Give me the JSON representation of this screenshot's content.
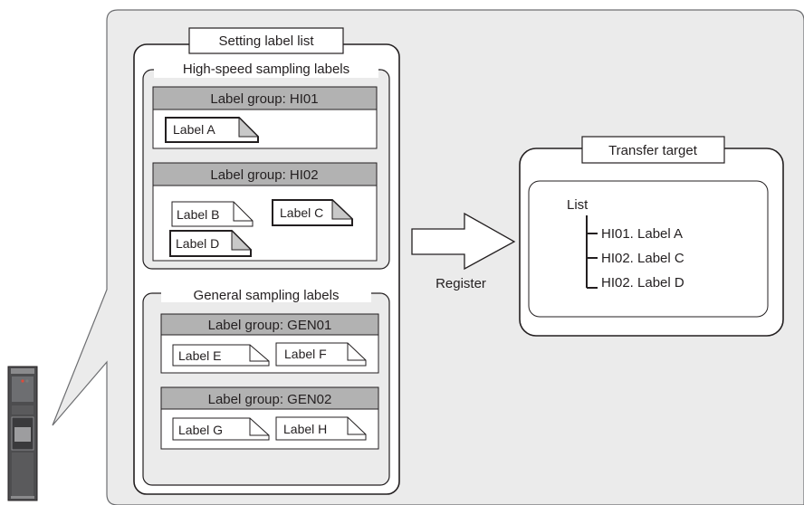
{
  "setting_label_list": {
    "title": "Setting label list",
    "high_speed": {
      "title": "High-speed sampling labels",
      "groups": [
        {
          "header": "Label group: HI01",
          "labels": [
            "Label A"
          ]
        },
        {
          "header": "Label group: HI02",
          "labels": [
            "Label B",
            "Label C",
            "Label D"
          ]
        }
      ]
    },
    "general": {
      "title": "General sampling labels",
      "groups": [
        {
          "header": "Label group: GEN01",
          "labels": [
            "Label E",
            "Label F"
          ]
        },
        {
          "header": "Label group: GEN02",
          "labels": [
            "Label G",
            "Label H"
          ]
        }
      ]
    }
  },
  "arrow_label": "Register",
  "transfer_target": {
    "title": "Transfer target",
    "list_title": "List",
    "items": [
      "HI01. Label A",
      "HI02. Label C",
      "HI02. Label D"
    ]
  },
  "colors": {
    "panel_bg": "#ebebeb",
    "group_header": "#b2b2b2",
    "selected_label_fold": "#c8c8c8",
    "line": "#231f20"
  }
}
